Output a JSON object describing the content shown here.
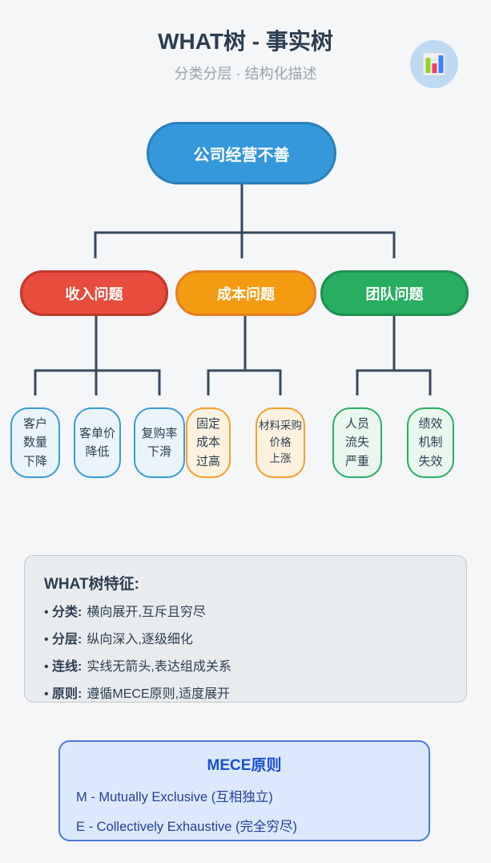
{
  "page": {
    "background": "#f5f6f8"
  },
  "header": {
    "title": "WHAT树 - 事实树",
    "subtitle": "分类分层 · 结构化描述",
    "icon": "bar-chart-icon"
  },
  "tree": {
    "line_color": "#34495e",
    "root": {
      "label": "公司经营不善",
      "color": "#3498db",
      "border": "#2980b9"
    },
    "branches": [
      {
        "label": "收入问题",
        "color": "#e74c3c",
        "border": "#c0392b"
      },
      {
        "label": "成本问题",
        "color": "#f39c12",
        "border": "#e67e22"
      },
      {
        "label": "团队问题",
        "color": "#27ae60",
        "border": "#1f9152"
      }
    ],
    "leaves": [
      {
        "label": "客户\n数量\n下降",
        "group": "收入问题",
        "color": "#eaf5fb",
        "border": "#3d9ad8"
      },
      {
        "label": "客单价\n降低",
        "group": "收入问题",
        "color": "#eaf5fb",
        "border": "#3d9ad8"
      },
      {
        "label": "复购率\n下滑",
        "group": "收入问题",
        "color": "#eaf5fb",
        "border": "#3d9ad8"
      },
      {
        "label": "固定\n成本\n过高",
        "group": "成本问题",
        "color": "#fdf2df",
        "border": "#f2a02c"
      },
      {
        "label": "材料采购\n价格\n上涨",
        "group": "成本问题",
        "color": "#fdf2df",
        "border": "#f2a02c"
      },
      {
        "label": "人员\n流失\n严重",
        "group": "团队问题",
        "color": "#e9f7ef",
        "border": "#2bae63"
      },
      {
        "label": "绩效\n机制\n失效",
        "group": "团队问题",
        "color": "#e9f7ef",
        "border": "#2bae63"
      }
    ]
  },
  "features": {
    "title": "WHAT树特征:",
    "bullets": [
      {
        "label": "分类:",
        "text": "横向展开,互斥且穷尽"
      },
      {
        "label": "分层:",
        "text": "纵向深入,逐级细化"
      },
      {
        "label": "连线:",
        "text": "实线无箭头,表达组成关系"
      },
      {
        "label": "原则:",
        "text": "遵循MECE原则,适度展开"
      }
    ]
  },
  "mece": {
    "title": "MECE原则",
    "lines": [
      "M - Mutually Exclusive (互相独立)",
      "E - Collectively Exhaustive (完全穷尽)"
    ]
  }
}
